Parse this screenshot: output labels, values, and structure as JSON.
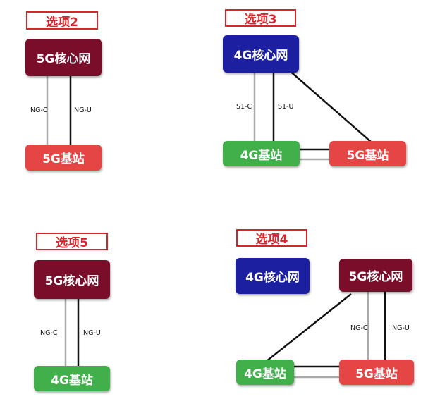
{
  "options": {
    "opt2": {
      "title": "选项2",
      "core": "5G核心网",
      "bs": "5G基站",
      "link_c": "NG-C",
      "link_u": "NG-U"
    },
    "opt3": {
      "title": "选项3",
      "core": "4G核心网",
      "bs4g": "4G基站",
      "bs5g": "5G基站",
      "link_c": "S1-C",
      "link_u": "S1-U"
    },
    "opt5": {
      "title": "选项5",
      "core": "5G核心网",
      "bs": "4G基站",
      "link_c": "NG-C",
      "link_u": "NG-U"
    },
    "opt4": {
      "title": "选项4",
      "core4g": "4G核心网",
      "core5g": "5G核心网",
      "bs4g": "4G基站",
      "bs5g": "5G基站",
      "link_c": "NG-C",
      "link_u": "NG-U"
    }
  },
  "colors": {
    "title_red": "#d8242b",
    "core_5g": "#7a0d2a",
    "core_4g": "#1b1fa0",
    "bs_5g": "#e64545",
    "bs_4g": "#41b04a",
    "control_line": "#aaaaaa",
    "user_line": "#111111"
  }
}
